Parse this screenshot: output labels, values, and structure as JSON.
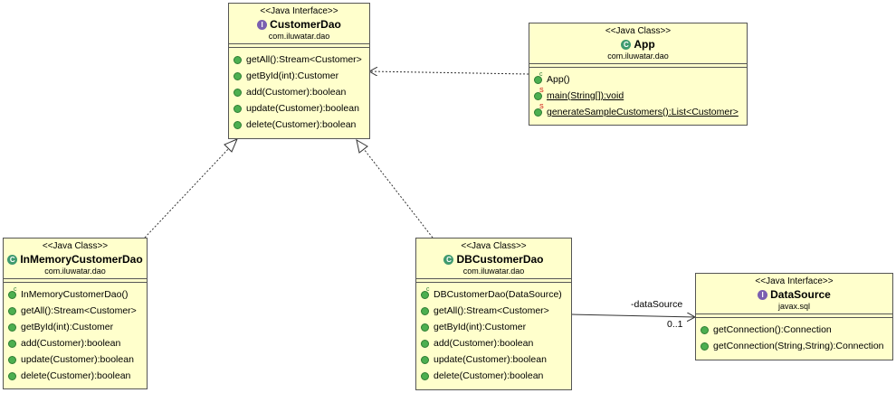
{
  "customer_dao": {
    "stereotype": "<<Java Interface>>",
    "name": "CustomerDao",
    "package": "com.iluwatar.dao",
    "methods": [
      "getAll():Stream<Customer>",
      "getById(int):Customer",
      "add(Customer):boolean",
      "update(Customer):boolean",
      "delete(Customer):boolean"
    ]
  },
  "app": {
    "stereotype": "<<Java Class>>",
    "name": "App",
    "package": "com.iluwatar.dao",
    "methods": [
      "App()",
      "main(String[]):void",
      "generateSampleCustomers():List<Customer>"
    ]
  },
  "in_memory_dao": {
    "stereotype": "<<Java Class>>",
    "name": "InMemoryCustomerDao",
    "package": "com.iluwatar.dao",
    "methods": [
      "InMemoryCustomerDao()",
      "getAll():Stream<Customer>",
      "getById(int):Customer",
      "add(Customer):boolean",
      "update(Customer):boolean",
      "delete(Customer):boolean"
    ]
  },
  "db_dao": {
    "stereotype": "<<Java Class>>",
    "name": "DBCustomerDao",
    "package": "com.iluwatar.dao",
    "methods": [
      "DBCustomerDao(DataSource)",
      "getAll():Stream<Customer>",
      "getById(int):Customer",
      "add(Customer):boolean",
      "update(Customer):boolean",
      "delete(Customer):boolean"
    ]
  },
  "data_source": {
    "stereotype": "<<Java Interface>>",
    "name": "DataSource",
    "package": "javax.sql",
    "methods": [
      "getConnection():Connection",
      "getConnection(String,String):Connection"
    ]
  },
  "association": {
    "role": "-dataSource",
    "multiplicity": "0..1"
  },
  "icon_letters": {
    "interface": "I",
    "class": "C",
    "constructor": "c",
    "static": "S"
  },
  "colors": {
    "class_fill": "#ffffcc",
    "border": "#555555",
    "method_dot": "#4caf50",
    "interface_icon": "#7a5fb0",
    "class_icon": "#3f9a6f"
  }
}
